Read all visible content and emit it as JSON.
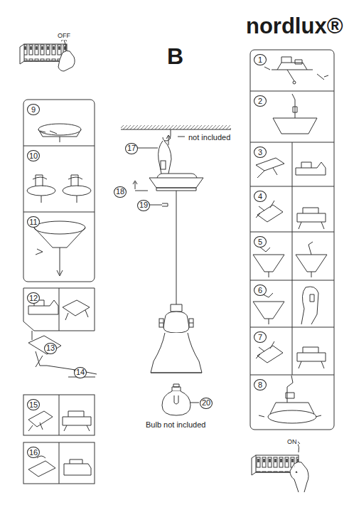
{
  "diagram": {
    "nodes": [
      {
        "text": [
          "1"
        ]
      },
      {
        "text": [
          "2"
        ]
      },
      {
        "text": [
          "3"
        ]
      },
      {
        "text": [
          "4"
        ]
      },
      {
        "text": [
          "5"
        ]
      },
      {
        "text": [
          "6"
        ]
      },
      {
        "text": [
          "7"
        ]
      },
      {
        "text": [
          "8"
        ]
      },
      {
        "text": [
          "9"
        ]
      },
      {
        "text": [
          "10"
        ]
      },
      {
        "text": [
          "11"
        ]
      },
      {
        "text": [
          "12"
        ]
      },
      {
        "text": [
          "15"
        ]
      },
      {
        "text": [
          "16"
        ]
      }
    ],
    "labels": [
      "nordlux®",
      "B",
      "OFF",
      "ON",
      "not included",
      "17",
      "18",
      "19",
      "13",
      "14",
      "20",
      "Bulb not included"
    ]
  }
}
